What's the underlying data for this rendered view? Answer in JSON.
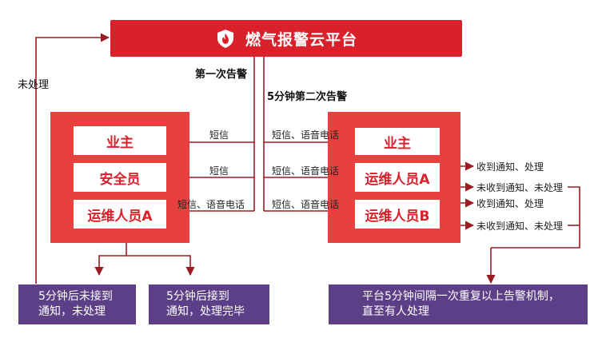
{
  "title": "燃气报警云平台",
  "first_alarm": "第一次告警",
  "second_alarm": "5分钟第二次告警",
  "unprocessed": "未处理",
  "left": {
    "owner": "业主",
    "safety": "安全员",
    "ops": "运维人员A",
    "sms1": "短信",
    "sms2": "短信",
    "sms_voice": "短信、语音电话"
  },
  "right": {
    "owner": "业主",
    "opsA": "运维人员A",
    "opsB": "运维人员B",
    "sv1": "短信、语音电话",
    "sv2": "短信、语音电话",
    "sv3": "短信、语音电话",
    "a_recv": "收到通知、处理",
    "a_not": "未收到通知、未处理",
    "b_recv": "收到通知、处理",
    "b_not": "未收到通知、未处理"
  },
  "bottom": {
    "left1_line1": "5分钟后未接到",
    "left1_line2": "通知，未处理",
    "left2_line1": "5分钟后接到",
    "left2_line2": "通知，处理完毕",
    "right_line1": "平台5分钟间隔一次重复以上告警机制，",
    "right_line2": "直至有人处理"
  },
  "colors": {
    "red": "#d9202b",
    "panel": "#e8403f",
    "purple": "#5c3f87",
    "line": "#9b1b22"
  }
}
